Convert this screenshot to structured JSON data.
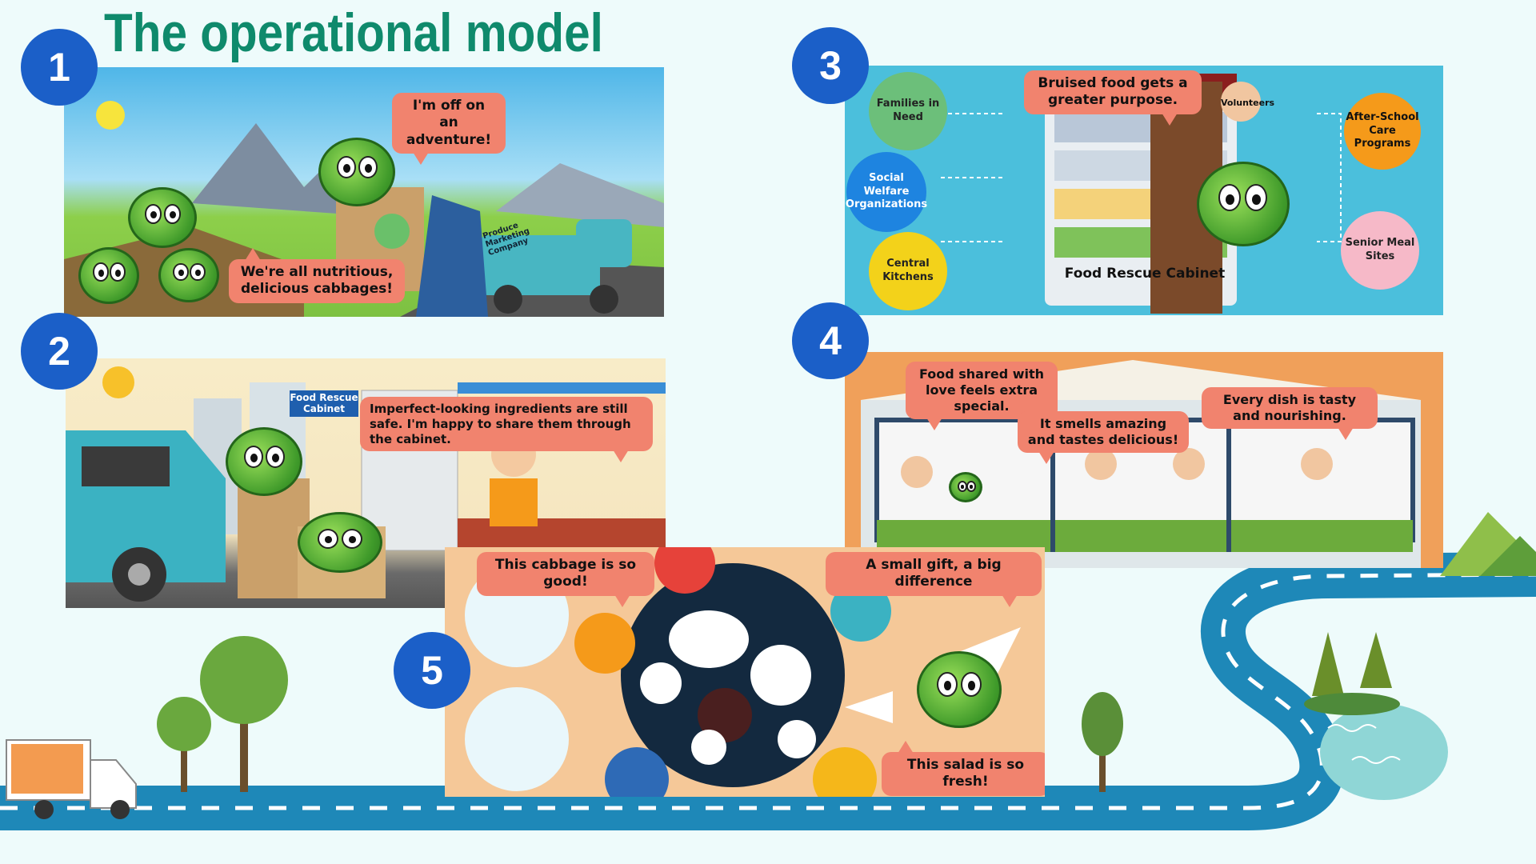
{
  "title": "The operational model",
  "steps": {
    "n1": "1",
    "n2": "2",
    "n3": "3",
    "n4": "4",
    "n5": "5"
  },
  "panel1": {
    "bubble_top": "I'm off on an adventure!",
    "bubble_bottom": "We're all nutritious, delicious cabbages!",
    "truck_label": "Produce Marketing Company"
  },
  "panel2": {
    "cabinet_sign": "Food Rescue Cabinet",
    "bubble": "Imperfect-looking ingredients are still safe. I'm happy to share them through the cabinet."
  },
  "panel3": {
    "bubble": "Bruised food gets a greater purpose.",
    "cabinet_label": "Food Rescue Cabinet",
    "volunteers": "Volunteers",
    "left_circles": [
      "Families in Need",
      "Social Welfare Organizations",
      "Central Kitchens"
    ],
    "right_circles": [
      "After-School Care Programs",
      "Senior Meal Sites"
    ],
    "colors": {
      "green": "#6cbf7a",
      "blue": "#1e84e0",
      "yellow": "#f3d21a",
      "orange": "#f59a1a",
      "pink": "#f6b9c8",
      "bg": "#4bbfdc"
    }
  },
  "panel4": {
    "bubble_left": "Food shared with love feels extra special.",
    "bubble_mid": "It smells amazing and tastes delicious!",
    "bubble_right": "Every dish is tasty and nourishing."
  },
  "panel5": {
    "bubble_tl": "This cabbage is so good!",
    "bubble_tr": "A small gift, a big difference",
    "bubble_br": "This salad is so fresh!"
  },
  "colors": {
    "title": "#0f8a6c",
    "step_circle": "#1b5fc8",
    "bubble": "#f1836e",
    "road": "#1e88b8",
    "background": "#eefbfb"
  }
}
